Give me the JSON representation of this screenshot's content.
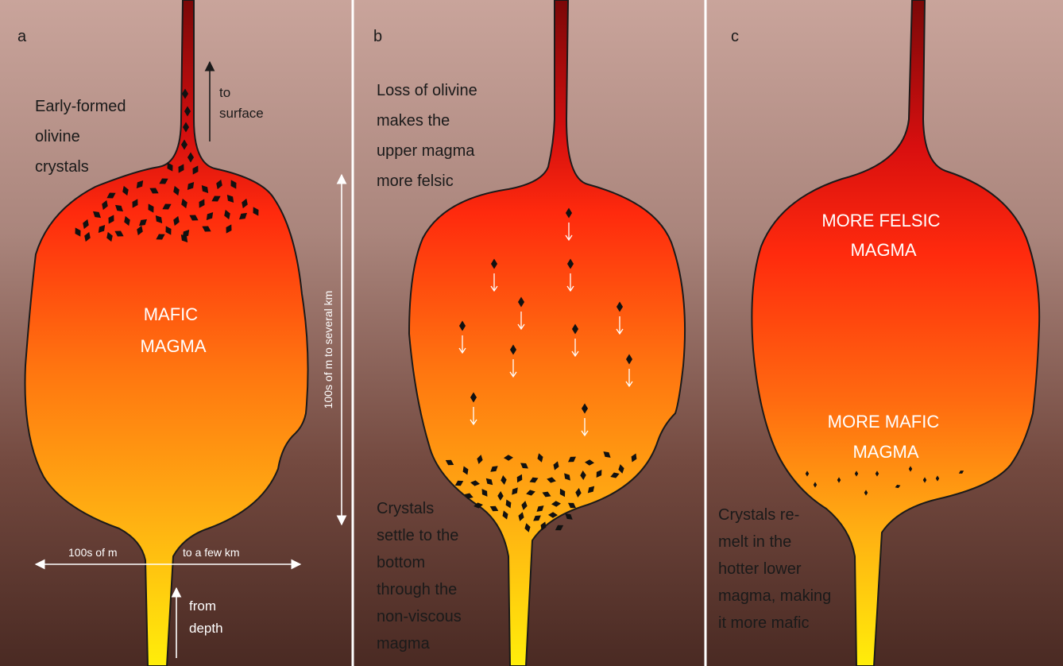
{
  "panels": {
    "a": {
      "letter": "a",
      "annotation": [
        "Early-formed",
        "olivine",
        "crystals"
      ],
      "surface_arrow": [
        "to",
        "surface"
      ],
      "magma": [
        "MAFIC",
        "MAGMA"
      ],
      "height_dim": "100s of m to several km",
      "width_dim_left": "100s of m",
      "width_dim_right": "to a few km",
      "depth_arrow": [
        "from",
        "depth"
      ]
    },
    "b": {
      "letter": "b",
      "annotation_top": [
        "Loss of olivine",
        "makes the",
        "upper magma",
        "more felsic"
      ],
      "annotation_bottom": [
        "Crystals",
        "settle to the",
        "bottom",
        "through the",
        "non-viscous",
        "magma"
      ]
    },
    "c": {
      "letter": "c",
      "magma_upper": [
        "MORE FELSIC",
        "MAGMA"
      ],
      "magma_lower": [
        "MORE MAFIC",
        "MAGMA"
      ],
      "annotation": [
        "Crystals re-",
        "melt in the",
        "hotter lower",
        "magma, making",
        "it more mafic"
      ]
    }
  },
  "colors": {
    "sky_top": "#c8a29a",
    "sky_bottom": "#4f2e26",
    "magma_top": "#ff1a0d",
    "magma_mid": "#ff7a10",
    "magma_bottom": "#ffe60a",
    "conduit_top": "#8a0a0a",
    "crystal": "#111111",
    "divider": "#ffffff"
  }
}
